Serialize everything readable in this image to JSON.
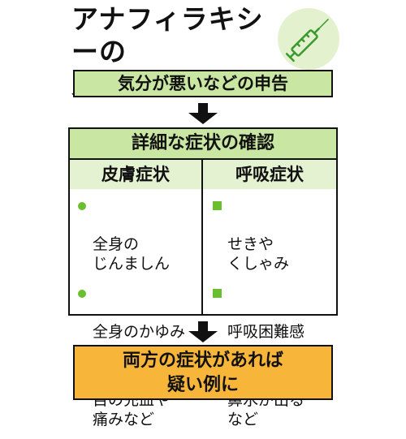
{
  "title": "アナフィラキシーの\n見分け方",
  "icon": "syringe-icon",
  "colors": {
    "green_fill": "#c9e6a2",
    "light_green_fill": "#e5f2d2",
    "bullet_green": "#6abf2e",
    "orange_fill": "#f7b53a"
  },
  "step1": "気分が悪いなどの申告",
  "step2": {
    "header": "詳細な症状の確認",
    "columns": [
      {
        "heading": "皮膚症状",
        "marker": "circle",
        "items": [
          "全身の\nじんましん",
          "全身のかゆみ",
          "目の充血や\n痛みなど"
        ]
      },
      {
        "heading": "呼吸症状",
        "marker": "square",
        "items": [
          "せきや\nくしゃみ",
          "呼吸困難感",
          "鼻水が出る\nなど"
        ]
      }
    ]
  },
  "step3": "両方の症状があれば\n疑い例に"
}
